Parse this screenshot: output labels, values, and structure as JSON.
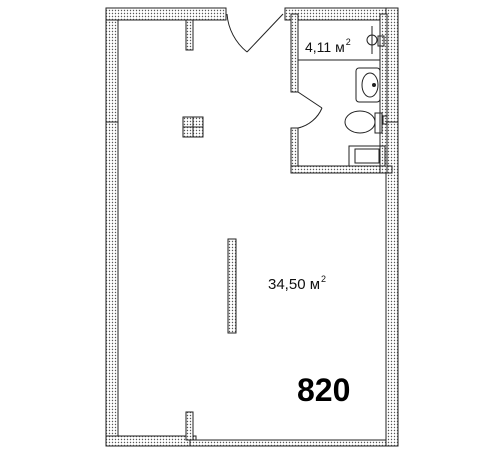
{
  "rooms": {
    "main": {
      "area_value": "34,50 м",
      "area_exponent": "2"
    },
    "bathroom": {
      "area_value": "4,11 м",
      "area_exponent": "2"
    }
  },
  "unit": {
    "number": "820"
  },
  "colors": {
    "wall_hatch": "#555555",
    "wall_outline": "#222222",
    "background": "#ffffff"
  }
}
